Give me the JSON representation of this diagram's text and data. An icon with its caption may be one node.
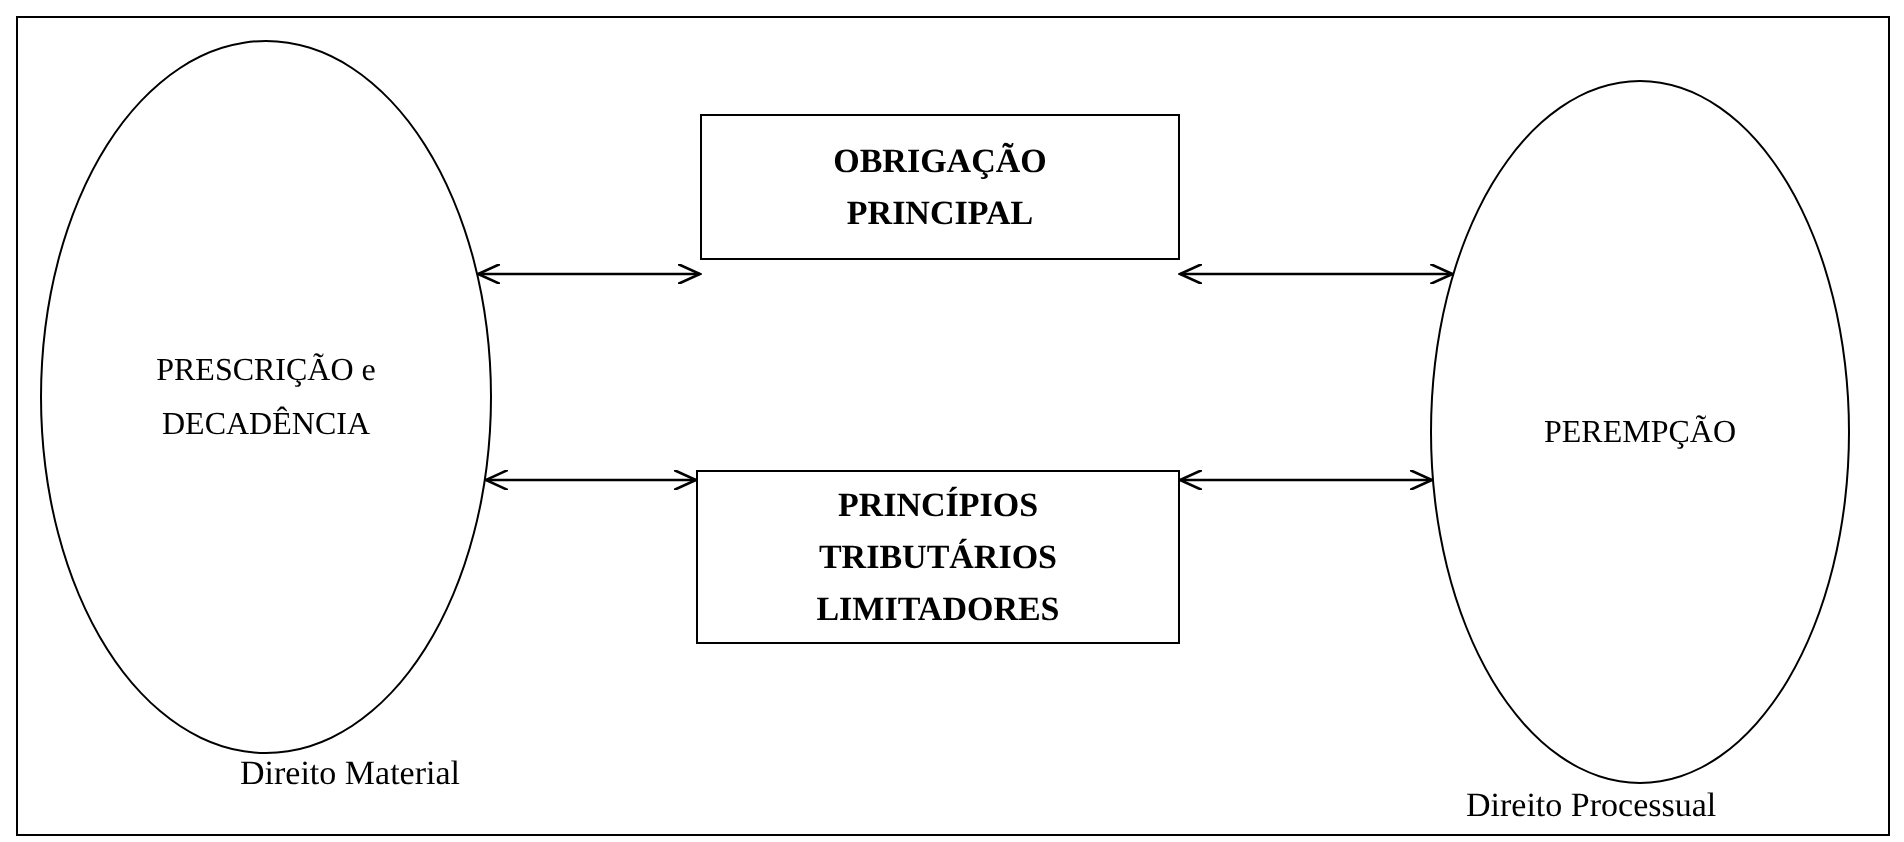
{
  "diagram": {
    "nodes": [
      {
        "text": [
          "PRESCRIÇÃO e DECADÊNCIA"
        ],
        "beside": [
          "Direito Material"
        ]
      },
      {
        "text": [
          "OBRIGAÇÃO PRINCIPAL"
        ]
      },
      {
        "text": [
          "PRINCÍPIOS TRIBUTÁRIOS LIMITADORES"
        ]
      },
      {
        "text": [
          "PEREMPÇÃO"
        ],
        "beside": [
          "Direito Processual"
        ]
      }
    ],
    "edges": [
      {
        "from": 0,
        "to": 1,
        "arrow": "both"
      },
      {
        "from": 1,
        "to": 3,
        "arrow": "both"
      },
      {
        "from": 0,
        "to": 2,
        "arrow": "both"
      },
      {
        "from": 2,
        "to": 3,
        "arrow": "both"
      }
    ]
  }
}
